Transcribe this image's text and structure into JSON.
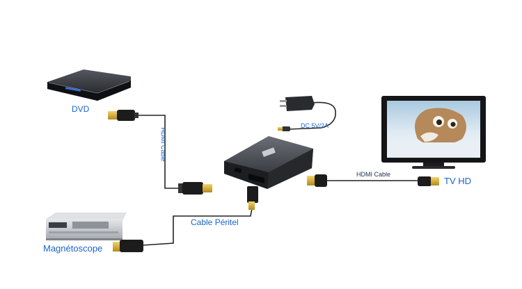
{
  "labels": {
    "dvd": "DVD",
    "hdmi_cable_vertical": "HDMI Cable",
    "dc_power": "DC 5V/2A",
    "hdmi_cable_horizontal": "HDMI Cable",
    "tv_hd": "TV HD",
    "cable_peritel": "Cable Péritel",
    "magnetoscope": "Magnétoscope"
  },
  "colors": {
    "label_blue": "#1a64c8",
    "cable": "#222222",
    "connector_gold": "#d8b23a",
    "device_dark": "#2a2c31",
    "vcr_silver": "#c9ccd1"
  }
}
